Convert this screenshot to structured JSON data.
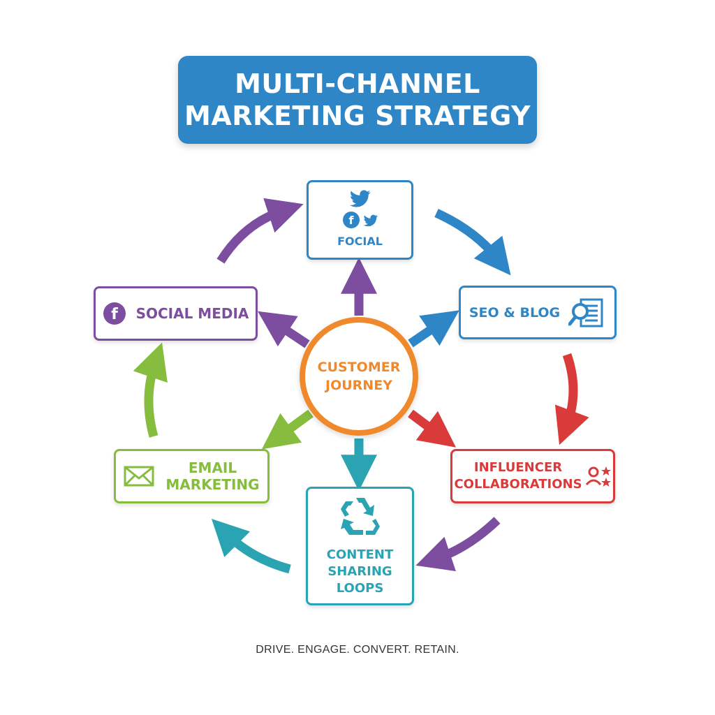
{
  "title": {
    "line1": "MULTI-CHANNEL",
    "line2": "MARKETING STRATEGY"
  },
  "center": {
    "line1": "CUSTOMER",
    "line2": "JOURNEY",
    "color": "#f0892b"
  },
  "nodes": {
    "focial": {
      "label": "FOCIAL",
      "color": "#2f86c6",
      "icons": [
        "twitter-bird-icon",
        "facebook-icon",
        "twitter-bird-icon"
      ]
    },
    "social_media": {
      "label": "SOCIAL MEDIA",
      "color": "#7d4ea0",
      "icon": "facebook-icon"
    },
    "seo_blog": {
      "label": "SEO & BLOG",
      "color": "#2f86c6",
      "icon": "magnifier-document-icon"
    },
    "email": {
      "line1": "EMAIL",
      "line2": "MARKETING",
      "color": "#86bd3f",
      "icon": "envelope-icon"
    },
    "influencer": {
      "line1": "INFLUENCER",
      "line2": "COLLABORATIONS",
      "color": "#d93a3a",
      "icon": "person-star-icon"
    },
    "content": {
      "line1": "CONTENT",
      "line2": "SHARING",
      "line3": "LOOPS",
      "color": "#2aa3b3",
      "icon": "recycle-icon"
    }
  },
  "tagline": "DRIVE. ENGAGE. CONVERT. RETAIN.",
  "colors": {
    "title_bg": "#2f86c6",
    "purple": "#7d4ea0",
    "blue": "#2f86c6",
    "red": "#d93a3a",
    "green": "#86bd3f",
    "teal": "#2aa3b3",
    "orange": "#f0892b"
  }
}
